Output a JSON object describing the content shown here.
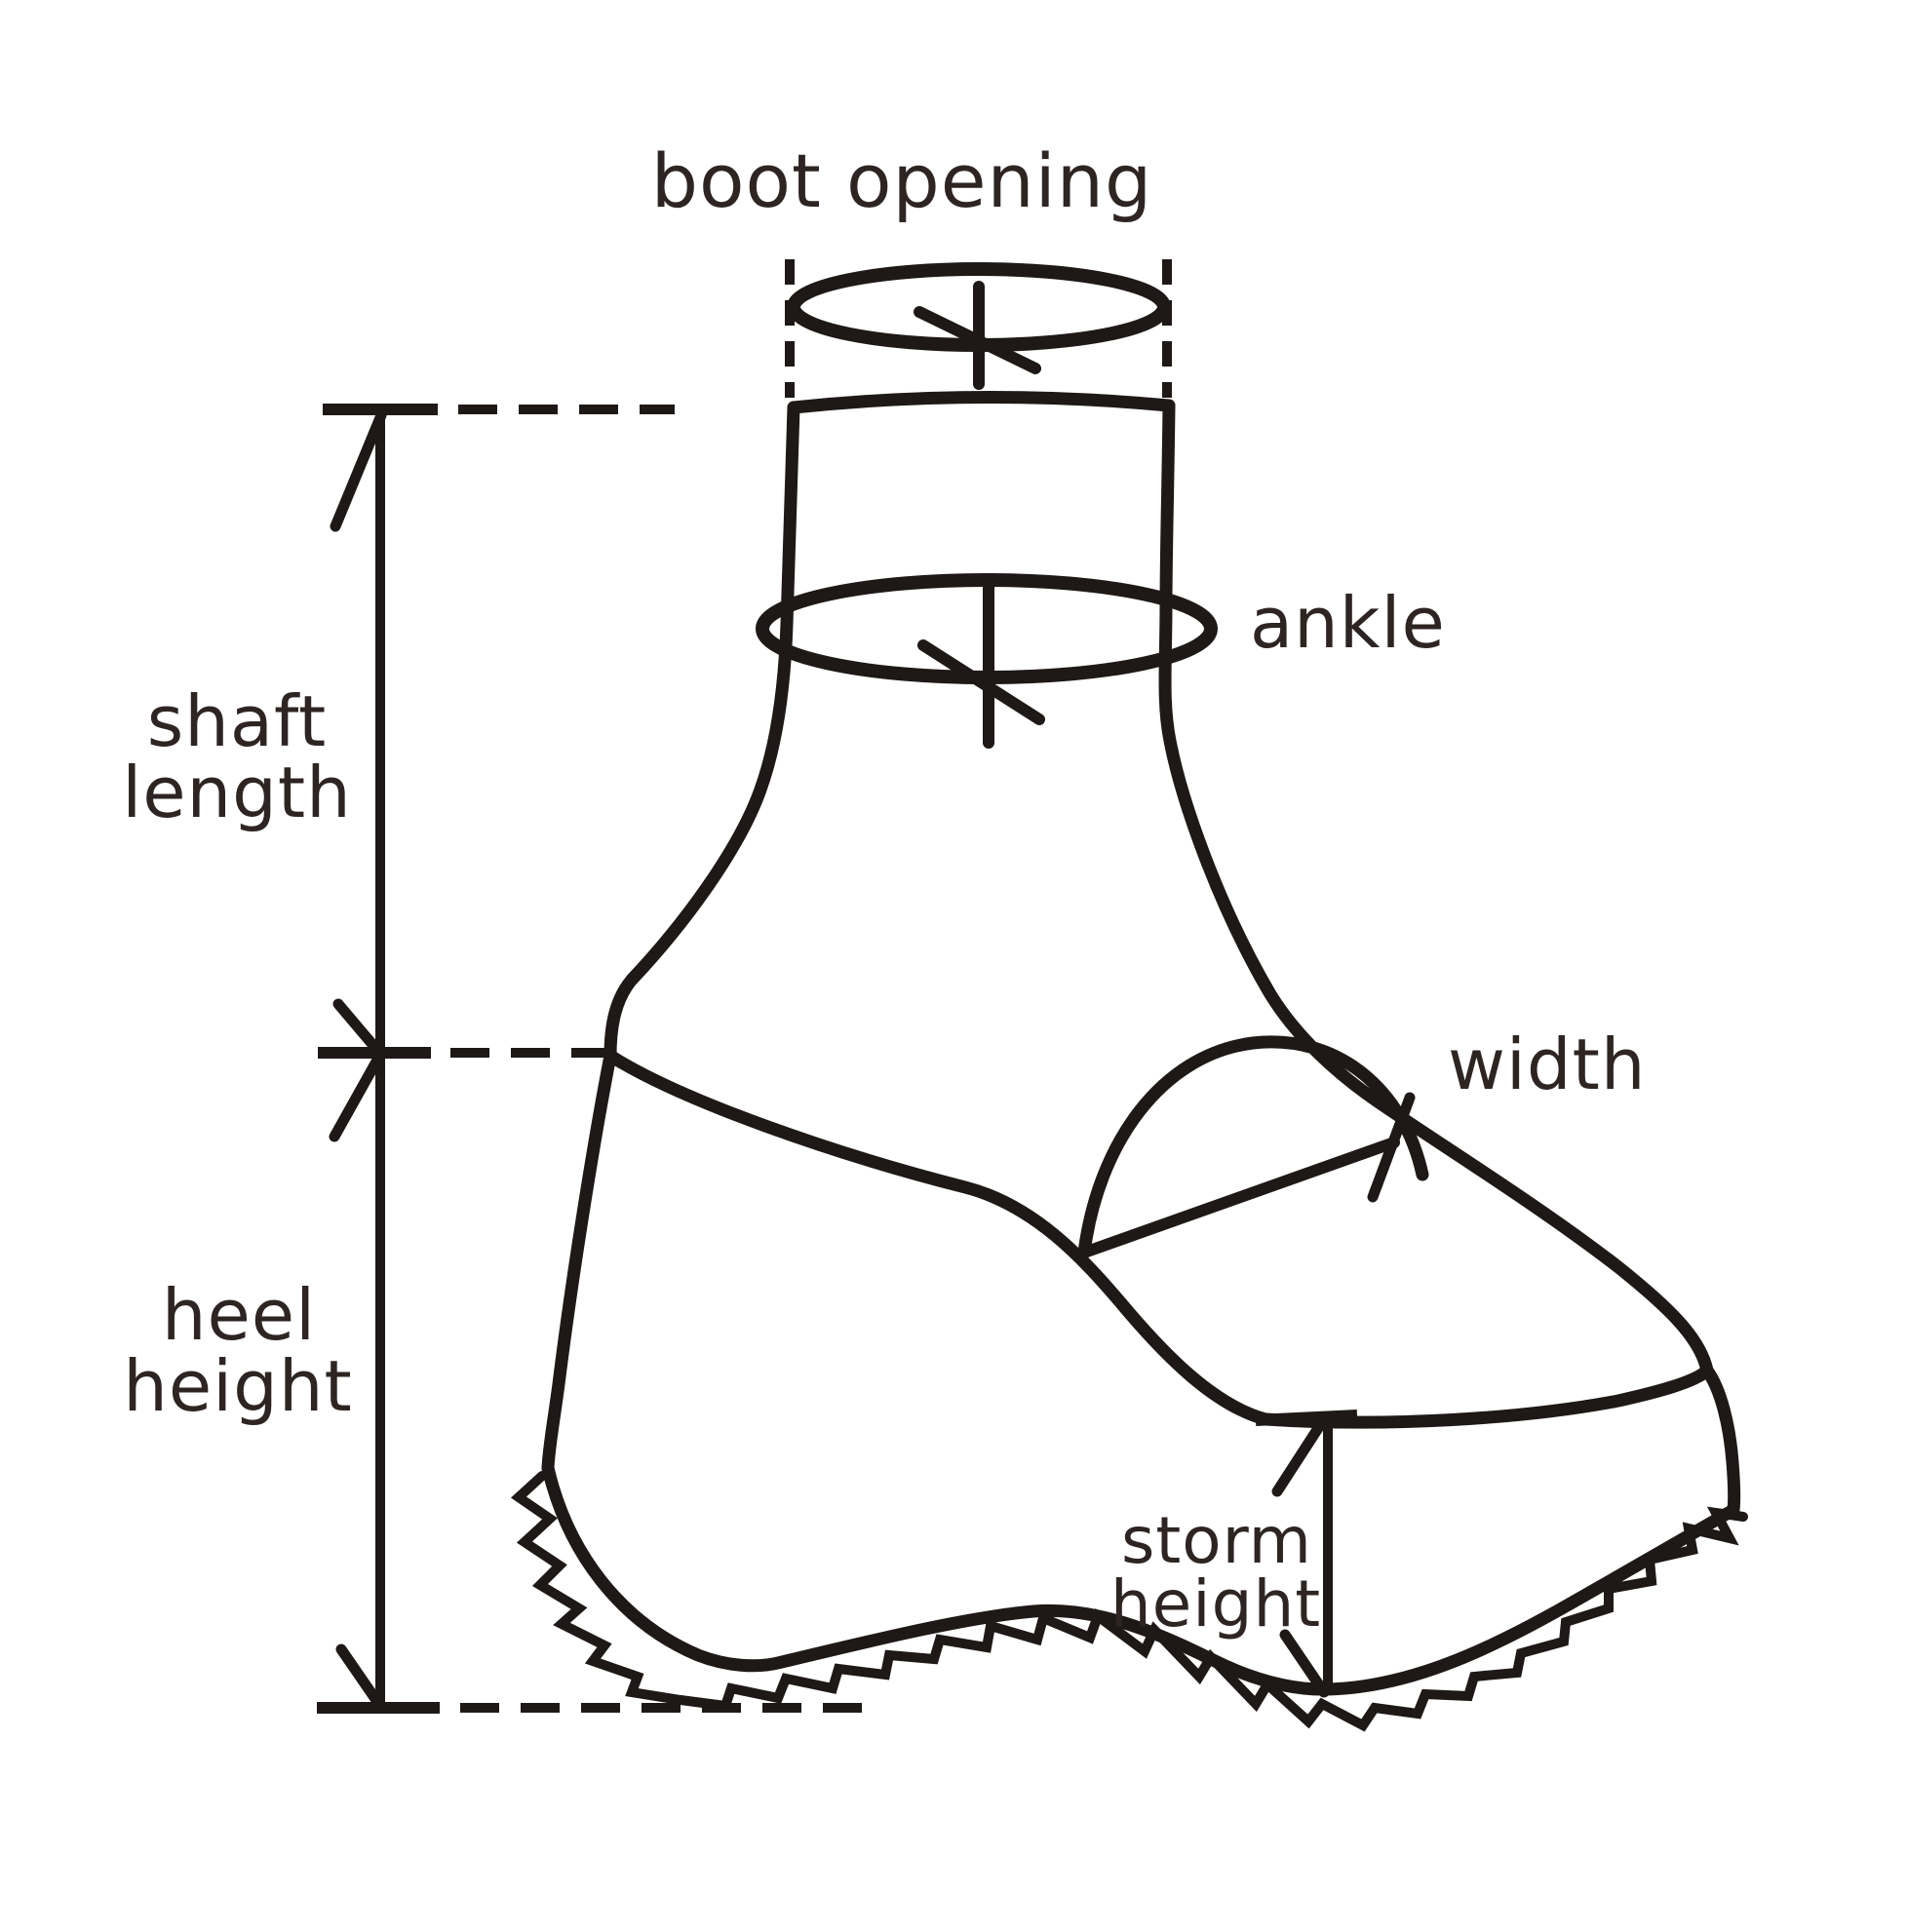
{
  "diagram": {
    "subject": "platform-boot-measurement-guide",
    "labels": {
      "boot_opening": "boot opening",
      "ankle": "ankle",
      "shaft_line1": "shaft",
      "shaft_line2": "length",
      "heel_line1": "heel",
      "heel_line2": "height",
      "width": "width",
      "storm_line1": "storm",
      "storm_line2": "height"
    },
    "colors": {
      "ink": "#1e1916",
      "text": "#2e2522",
      "background": "#ffffff"
    }
  }
}
